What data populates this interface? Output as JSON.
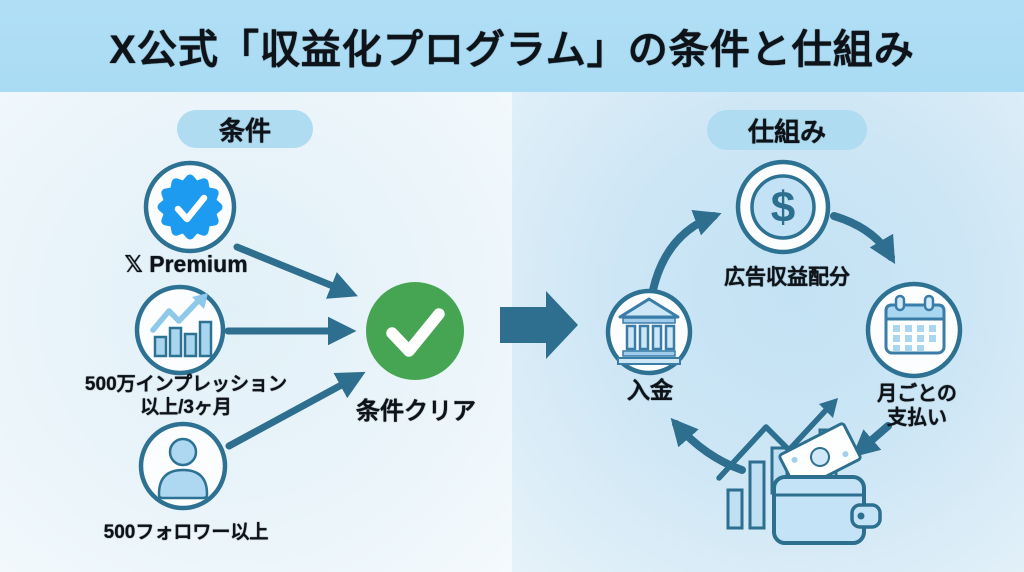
{
  "title": "X公式「収益化プログラム」の条件と仕組み",
  "left_panel": {
    "header": "条件",
    "premium": {
      "icon": "verified-badge-icon",
      "label": "𝕏 Premium"
    },
    "impressions": {
      "icon": "impressions-chart-icon",
      "line1": "500万インプレッション",
      "line2": "以上/3ヶ月"
    },
    "followers": {
      "icon": "follower-person-icon",
      "label": "500フォロワー以上"
    },
    "result": {
      "icon": "green-check-circle-icon",
      "label": "条件クリア"
    }
  },
  "right_panel": {
    "header": "仕組み",
    "ad_revenue": {
      "icon": "dollar-coin-icon",
      "symbol": "$",
      "label": "広告収益配分"
    },
    "monthly_payment": {
      "icon": "calendar-icon",
      "line1": "月ごとの",
      "line2": "支払い"
    },
    "deposit": {
      "icon": "bank-icon",
      "label": "入金"
    },
    "earnings": {
      "icon": "wallet-money-growth-icon"
    }
  },
  "colors": {
    "band_blue": "#abdcf4",
    "panel_left": "#e8f3f9",
    "panel_right": "#cbe5f4",
    "accent_teal": "#2e6f90",
    "verified_blue": "#1d9bf0",
    "success_green": "#46a552",
    "icon_light_blue": "#a9d5ef",
    "text": "#0d1318"
  }
}
